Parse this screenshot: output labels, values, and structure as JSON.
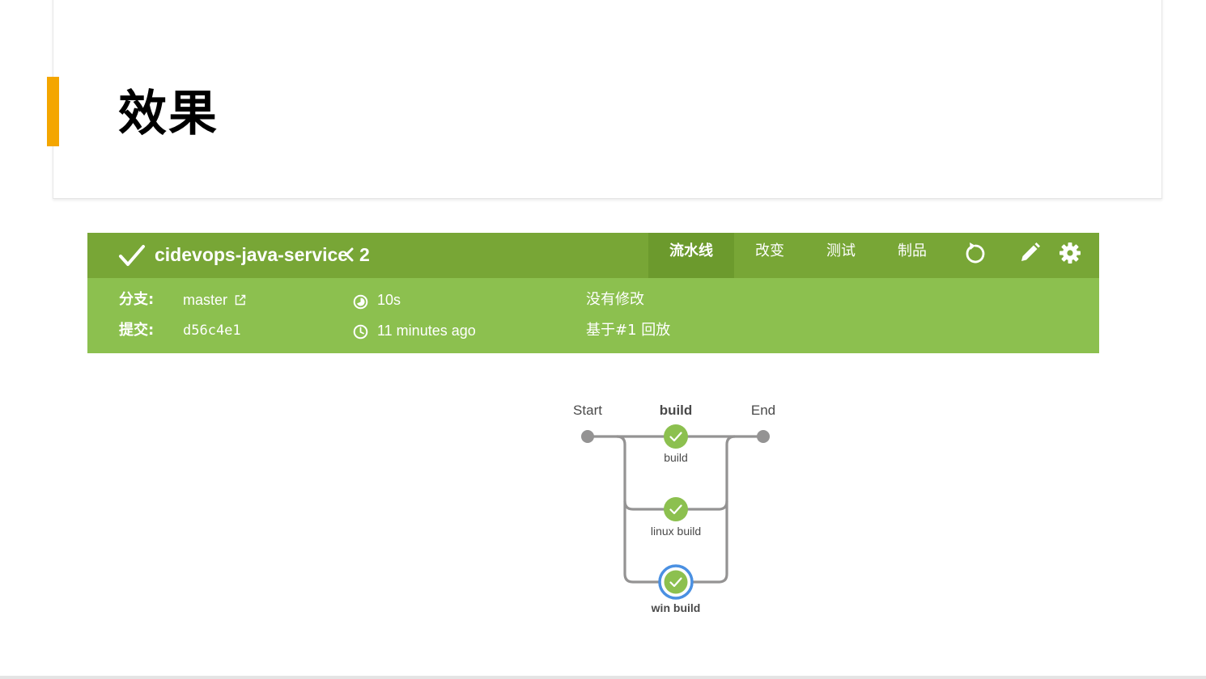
{
  "slide": {
    "title": "效果"
  },
  "run": {
    "name": "cidevops-java-service",
    "run_number": "2",
    "status": "success"
  },
  "tabs": [
    {
      "label": "流水线",
      "active": true
    },
    {
      "label": "改变",
      "active": false
    },
    {
      "label": "测试",
      "active": false
    },
    {
      "label": "制品",
      "active": false
    }
  ],
  "actions": {
    "rerun_icon": "replay-icon",
    "edit_icon": "pencil-icon",
    "settings_icon": "gear-icon"
  },
  "meta": {
    "branch_label": "分支:",
    "branch_value": "master",
    "commit_label": "提交:",
    "commit_value": "d56c4e1",
    "duration": "10s",
    "started": "11 minutes ago",
    "changes": "没有修改",
    "cause": "基于#1 回放"
  },
  "pipeline": {
    "start_label": "Start",
    "stage_label": "build",
    "end_label": "End",
    "branches": [
      {
        "label": "build",
        "status": "success",
        "selected": false
      },
      {
        "label": "linux build",
        "status": "success",
        "selected": false
      },
      {
        "label": "win build",
        "status": "success",
        "selected": true
      }
    ]
  },
  "colors": {
    "accent": "#f4a600",
    "header_green": "#8cc04f",
    "topbar_green": "#78a636",
    "success": "#8cc04f",
    "selected_ring": "#4a90e2",
    "graph_line": "#949393"
  }
}
